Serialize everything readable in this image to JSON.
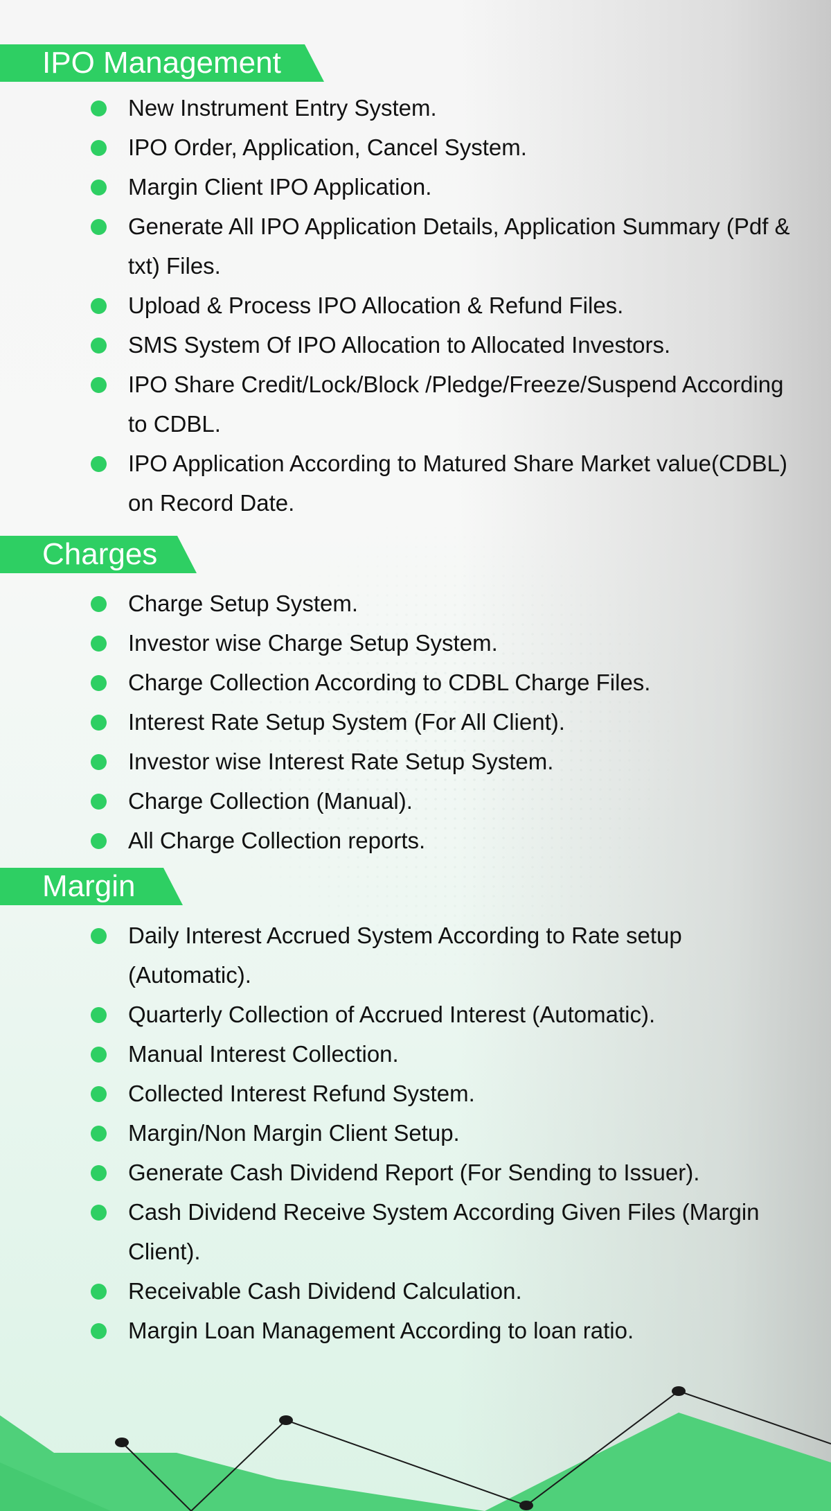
{
  "colors": {
    "accent_green": "#2ecf63",
    "text": "#111111",
    "heading_text": "#ffffff",
    "line": "#1a1a1a"
  },
  "sections": [
    {
      "title": "IPO Management",
      "items": [
        "New Instrument Entry System.",
        "IPO Order, Application, Cancel System.",
        "Margin Client IPO Application.",
        "Generate All IPO Application Details, Application Summary (Pdf & txt) Files.",
        "Upload & Process IPO Allocation & Refund Files.",
        "SMS System Of IPO Allocation to Allocated Investors.",
        "IPO Share Credit/Lock/Block /Pledge/Freeze/Suspend According to CDBL.",
        "IPO Application According to Matured Share Market value(CDBL) on Record Date."
      ]
    },
    {
      "title": "Charges",
      "items": [
        "Charge Setup System.",
        "Investor wise Charge Setup System.",
        "Charge Collection According to CDBL Charge Files.",
        "Interest Rate Setup System (For All Client).",
        "Investor wise Interest Rate Setup System.",
        "Charge Collection (Manual).",
        "All Charge Collection reports."
      ]
    },
    {
      "title": "Margin",
      "items": [
        "Daily Interest Accrued System According to Rate setup (Automatic).",
        "Quarterly Collection of Accrued Interest (Automatic).",
        "Manual Interest Collection.",
        "Collected Interest Refund System.",
        "Margin/Non Margin Client Setup.",
        "Generate Cash Dividend Report (For Sending to Issuer).",
        "Cash Dividend Receive System According Given Files (Margin Client).",
        "Receivable Cash Dividend Calculation.",
        "Margin Loan Management According to loan ratio."
      ]
    }
  ]
}
